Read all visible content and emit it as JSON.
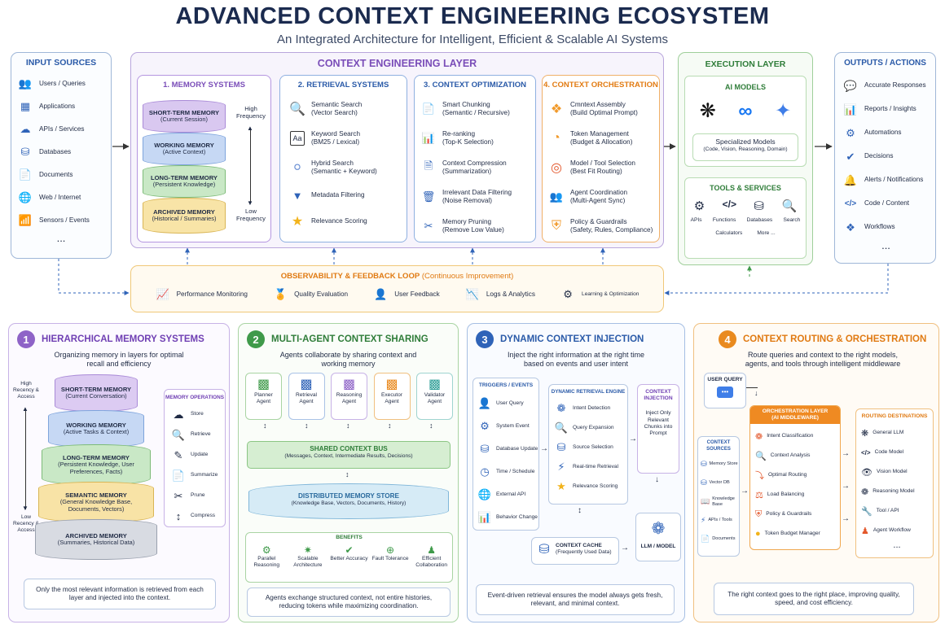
{
  "header": {
    "title": "ADVANCED CONTEXT ENGINEERING ECOSYSTEM",
    "subtitle": "An Integrated Architecture for Intelligent, Efficient & Scalable AI Systems"
  },
  "input_sources": {
    "title": "INPUT SOURCES",
    "items": [
      "Users / Queries",
      "Applications",
      "APIs / Services",
      "Databases",
      "Documents",
      "Web / Internet",
      "Sensors / Events"
    ],
    "more": "..."
  },
  "cel": {
    "title": "CONTEXT ENGINEERING LAYER",
    "memory": {
      "title": "1. MEMORY SYSTEMS",
      "layers": [
        {
          "name": "SHORT-TERM MEMORY",
          "desc": "(Current Session)"
        },
        {
          "name": "WORKING MEMORY",
          "desc": "(Active Context)"
        },
        {
          "name": "LONG-TERM MEMORY",
          "desc": "(Persistent Knowledge)"
        },
        {
          "name": "ARCHIVED MEMORY",
          "desc": "(Historical / Summaries)"
        }
      ],
      "high": "High Frequency",
      "low": "Low Frequency"
    },
    "retrieval": {
      "title": "2. RETRIEVAL SYSTEMS",
      "items": [
        {
          "name": "Semantic Search",
          "desc": "(Vector Search)"
        },
        {
          "name": "Keyword Search",
          "desc": "(BM25 / Lexical)"
        },
        {
          "name": "Hybrid Search",
          "desc": "(Semantic + Keyword)"
        },
        {
          "name": "Metadata Filtering",
          "desc": ""
        },
        {
          "name": "Relevance Scoring",
          "desc": ""
        }
      ]
    },
    "optimization": {
      "title": "3. CONTEXT OPTIMIZATION",
      "items": [
        {
          "name": "Smart Chunking",
          "desc": "(Semantic / Recursive)"
        },
        {
          "name": "Re-ranking",
          "desc": "(Top-K Selection)"
        },
        {
          "name": "Context Compression",
          "desc": "(Summarization)"
        },
        {
          "name": "Irrelevant Data Filtering",
          "desc": "(Noise Removal)"
        },
        {
          "name": "Memory Pruning",
          "desc": "(Remove Low Value)"
        }
      ]
    },
    "orchestration": {
      "title": "4. CONTEXT ORCHESTRATION",
      "items": [
        {
          "name": "Cmntext Assembly",
          "desc": "(Build Optimal Prompt)"
        },
        {
          "name": "Token Management",
          "desc": "(Budget & Allocation)"
        },
        {
          "name": "Model / Tool Selection",
          "desc": "(Best Fit Routing)"
        },
        {
          "name": "Agent Coordination",
          "desc": "(Multi-Agent Sync)"
        },
        {
          "name": "Policy & Guardrails",
          "desc": "(Safety, Rules, Compliance)"
        }
      ]
    }
  },
  "execution": {
    "title": "EXECUTION LAYER",
    "ai_title": "AI MODELS",
    "specialized": "Specialized Models",
    "specialized_desc": "(Code, Vision, Reasoning, Domain)",
    "tools_title": "TOOLS & SERVICES",
    "tools": [
      "APIs",
      "Functions",
      "Databases",
      "Search"
    ],
    "tools2": [
      "Calculators",
      "More ..."
    ]
  },
  "outputs": {
    "title": "OUTPUTS / ACTIONS",
    "items": [
      "Accurate Responses",
      "Reports / Insights",
      "Automations",
      "Decisions",
      "Alerts / Notifications",
      "Code / Content",
      "Workflows"
    ],
    "more": "..."
  },
  "feedback": {
    "title": "OBSERVABILITY & FEEDBACK LOOP",
    "subtitle": "(Continuous Improvement)",
    "items": [
      "Performance Monitoring",
      "Quality Evaluation",
      "User Feedback",
      "Logs & Analytics",
      "Learning & Optimization"
    ]
  },
  "s1": {
    "num": "1",
    "title": "HIERARCHICAL MEMORY SYSTEMS",
    "desc": "Organizing memory in layers for optimal recall and efficiency",
    "high": "High Recency & Access",
    "low": "Low Recency & Access",
    "layers": [
      {
        "name": "SHORT-TERM MEMORY",
        "desc": "(Current Conversation)"
      },
      {
        "name": "WORKING MEMORY",
        "desc": "(Active Tasks & Context)"
      },
      {
        "name": "LONG-TERM MEMORY",
        "desc": "(Persistent Knowledge, User Preferences, Facts)"
      },
      {
        "name": "SEMANTIC MEMORY",
        "desc": "(General Knowledge Base, Documents, Vectors)"
      },
      {
        "name": "ARCHIVED MEMORY",
        "desc": "(Summaries, Historical Data)"
      }
    ],
    "ops_title": "MEMORY OPERATIONS",
    "ops": [
      "Store",
      "Retrieve",
      "Update",
      "Summarize",
      "Prune",
      "Compress"
    ],
    "footer": "Only the most relevant information is retrieved from each layer and injected into the context."
  },
  "s2": {
    "num": "2",
    "title": "MULTI-AGENT CONTEXT SHARING",
    "desc": "Agents collaborate by sharing context and working memory",
    "agents": [
      "Planner Agent",
      "Retrieval Agent",
      "Reasoning Agent",
      "Executor Agent",
      "Validator Agent"
    ],
    "bus": "SHARED CONTEXT BUS",
    "bus_desc": "(Messages, Context, Intermediate Results, Decisions)",
    "store": "DISTRIBUTED MEMORY STORE",
    "store_desc": "(Knowledge Base, Vectors, Documents, History)",
    "benefits_title": "BENEFITS",
    "benefits": [
      "Parallel Reasoning",
      "Scalable Architecture",
      "Better Accuracy",
      "Fault Tolerance",
      "Efficient Collaboration"
    ],
    "footer": "Agents exchange structured context, not entire histories, reducing tokens while maximizing coordination."
  },
  "s3": {
    "num": "3",
    "title": "DYNAMIC CONTEXT INJECTION",
    "desc": "Inject the right information at the right time based on events and user intent",
    "triggers_title": "TRIGGERS / EVENTS",
    "triggers": [
      "User Query",
      "System Event",
      "Database Update",
      "Time / Schedule",
      "External API",
      "Behavior Change"
    ],
    "engine_title": "DYNAMIC RETRIEVAL ENGINE",
    "engine": [
      "Intent Detection",
      "Query Expansion",
      "Source Selection",
      "Real-time Retrieval",
      "Relevance Scoring"
    ],
    "inj_title": "CONTEXT INJECTION",
    "inj_desc": "Inject Only Relevant Chunks into Prompt",
    "cache": "CONTEXT CACHE",
    "cache_desc": "(Frequently Used Data)",
    "llm": "LLM / MODEL",
    "footer": "Event-driven retrieval ensures the model always gets fresh, relevant, and minimal context."
  },
  "s4": {
    "num": "4",
    "title": "CONTEXT ROUTING & ORCHESTRATION",
    "desc": "Route queries and context to the right models, agents, and tools through intelligent middleware",
    "user_query": "USER QUERY",
    "sources_title": "CONTEXT SOURCES",
    "sources": [
      "Memory Store",
      "Vector DB",
      "Knowledge Base",
      "APIs / Tools",
      "Documents"
    ],
    "orch_title": "ORCHESTRATION LAYER",
    "orch_sub": "(AI MIDDLEWARE)",
    "orch": [
      "Intent Classification",
      "Context Analysis",
      "Optimal Routing",
      "Load Balancing",
      "Policy & Guardrails",
      "Token Budget Manager"
    ],
    "dest_title": "ROUTING DESTINATIONS",
    "dest": [
      "General LLM",
      "Code Model",
      "Vision Model",
      "Reasoning Model",
      "Tool / API",
      "Agent Workflow"
    ],
    "more": "...",
    "footer": "The right context goes to the right place, improving quality, speed, and cost efficiency."
  },
  "colors": {
    "purple": "#8e63c7",
    "green": "#3f9a4a",
    "blue": "#2f63b8",
    "orange": "#e98a1f"
  }
}
